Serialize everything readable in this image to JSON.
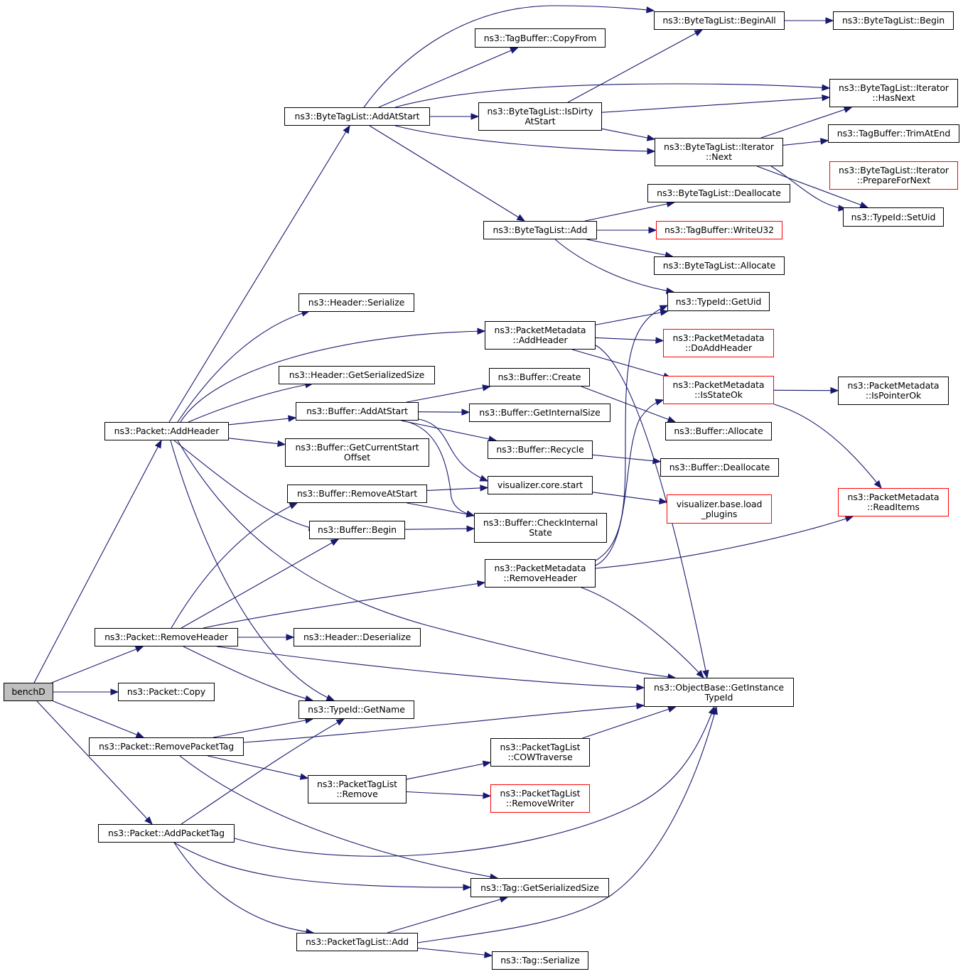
{
  "diagram": {
    "colors": {
      "edge": "#191970",
      "node_border": "#000000",
      "undocumented_border": "#ff0000",
      "root_fill": "#bfbfbf",
      "background": "#ffffff"
    },
    "nodes": [
      {
        "id": "benchD",
        "label": "benchD",
        "root": true
      },
      {
        "id": "pkt_addheader",
        "label": "ns3::Packet::AddHeader"
      },
      {
        "id": "pkt_removeheader",
        "label": "ns3::Packet::RemoveHeader"
      },
      {
        "id": "pkt_copy",
        "label": "ns3::Packet::Copy"
      },
      {
        "id": "pkt_removepackettag",
        "label": "ns3::Packet::RemovePacketTag"
      },
      {
        "id": "pkt_addpackettag",
        "label": "ns3::Packet::AddPacketTag"
      },
      {
        "id": "btl_addatstart",
        "label": "ns3::ByteTagList::AddAtStart"
      },
      {
        "id": "hdr_serialize",
        "label": "ns3::Header::Serialize"
      },
      {
        "id": "hdr_getserializedsize",
        "label": "ns3::Header::GetSerializedSize"
      },
      {
        "id": "buf_addatstart",
        "label": "ns3::Buffer::AddAtStart"
      },
      {
        "id": "buf_getcurrentstartoffset",
        "label": "ns3::Buffer::GetCurrentStart\nOffset"
      },
      {
        "id": "buf_removeatstart",
        "label": "ns3::Buffer::RemoveAtStart"
      },
      {
        "id": "buf_begin",
        "label": "ns3::Buffer::Begin"
      },
      {
        "id": "hdr_deserialize",
        "label": "ns3::Header::Deserialize"
      },
      {
        "id": "typeid_getname",
        "label": "ns3::TypeId::GetName"
      },
      {
        "id": "ptl_remove",
        "label": "ns3::PacketTagList\n::Remove"
      },
      {
        "id": "ptl_add",
        "label": "ns3::PacketTagList::Add"
      },
      {
        "id": "tagbuf_copyfrom",
        "label": "ns3::TagBuffer::CopyFrom"
      },
      {
        "id": "btl_isdirtyatstart",
        "label": "ns3::ByteTagList::IsDirty\nAtStart"
      },
      {
        "id": "btl_add",
        "label": "ns3::ByteTagList::Add"
      },
      {
        "id": "pm_addheader",
        "label": "ns3::PacketMetadata\n::AddHeader"
      },
      {
        "id": "buf_create",
        "label": "ns3::Buffer::Create"
      },
      {
        "id": "buf_getinternalsize",
        "label": "ns3::Buffer::GetInternalSize"
      },
      {
        "id": "buf_recycle",
        "label": "ns3::Buffer::Recycle"
      },
      {
        "id": "viz_core_start",
        "label": "visualizer.core.start"
      },
      {
        "id": "buf_checkinternalstate",
        "label": "ns3::Buffer::CheckInternal\nState"
      },
      {
        "id": "pm_removeheader",
        "label": "ns3::PacketMetadata\n::RemoveHeader"
      },
      {
        "id": "ptl_cowtraverse",
        "label": "ns3::PacketTagList\n::COWTraverse"
      },
      {
        "id": "ptl_removewriter",
        "label": "ns3::PacketTagList\n::RemoveWriter",
        "red": true
      },
      {
        "id": "tag_getserializedsize",
        "label": "ns3::Tag::GetSerializedSize"
      },
      {
        "id": "tag_serialize",
        "label": "ns3::Tag::Serialize"
      },
      {
        "id": "btl_beginall",
        "label": "ns3::ByteTagList::BeginAll"
      },
      {
        "id": "btl_it_next",
        "label": "ns3::ByteTagList::Iterator\n::Next"
      },
      {
        "id": "btl_deallocate",
        "label": "ns3::ByteTagList::Deallocate"
      },
      {
        "id": "tagbuf_writeu32",
        "label": "ns3::TagBuffer::WriteU32",
        "red": true
      },
      {
        "id": "btl_allocate",
        "label": "ns3::ByteTagList::Allocate"
      },
      {
        "id": "typeid_getuid",
        "label": "ns3::TypeId::GetUid"
      },
      {
        "id": "pm_doaddheader",
        "label": "ns3::PacketMetadata\n::DoAddHeader",
        "red": true
      },
      {
        "id": "pm_isstateok",
        "label": "ns3::PacketMetadata\n::IsStateOk",
        "red": true
      },
      {
        "id": "buf_allocate",
        "label": "ns3::Buffer::Allocate"
      },
      {
        "id": "buf_deallocate",
        "label": "ns3::Buffer::Deallocate"
      },
      {
        "id": "viz_base_loadplugins",
        "label": "visualizer.base.load\n_plugins",
        "red": true
      },
      {
        "id": "objbase_getinstancetypeid",
        "label": "ns3::ObjectBase::GetInstance\nTypeId"
      },
      {
        "id": "btl_begin",
        "label": "ns3::ByteTagList::Begin"
      },
      {
        "id": "btl_it_hasnext",
        "label": "ns3::ByteTagList::Iterator\n::HasNext"
      },
      {
        "id": "tagbuf_trimatend",
        "label": "ns3::TagBuffer::TrimAtEnd"
      },
      {
        "id": "btl_it_preparefornext",
        "label": "ns3::ByteTagList::Iterator\n::PrepareForNext",
        "red": true
      },
      {
        "id": "typeid_setuid",
        "label": "ns3::TypeId::SetUid"
      },
      {
        "id": "pm_ispointerok",
        "label": "ns3::PacketMetadata\n::IsPointerOk"
      },
      {
        "id": "pm_readitems",
        "label": "ns3::PacketMetadata\n::ReadItems",
        "red": true
      }
    ],
    "edges": [
      [
        "benchD",
        "pkt_addheader"
      ],
      [
        "benchD",
        "pkt_removeheader"
      ],
      [
        "benchD",
        "pkt_copy"
      ],
      [
        "benchD",
        "pkt_removepackettag"
      ],
      [
        "benchD",
        "pkt_addpackettag"
      ],
      [
        "pkt_addheader",
        "btl_addatstart"
      ],
      [
        "pkt_addheader",
        "hdr_serialize"
      ],
      [
        "pkt_addheader",
        "pm_addheader"
      ],
      [
        "pkt_addheader",
        "hdr_getserializedsize"
      ],
      [
        "pkt_addheader",
        "buf_addatstart"
      ],
      [
        "pkt_addheader",
        "buf_getcurrentstartoffset"
      ],
      [
        "pkt_addheader",
        "buf_begin"
      ],
      [
        "pkt_addheader",
        "typeid_getname"
      ],
      [
        "pkt_addheader",
        "objbase_getinstancetypeid"
      ],
      [
        "btl_addatstart",
        "btl_beginall"
      ],
      [
        "btl_addatstart",
        "tagbuf_copyfrom"
      ],
      [
        "btl_addatstart",
        "btl_it_hasnext"
      ],
      [
        "btl_addatstart",
        "btl_isdirtyatstart"
      ],
      [
        "btl_addatstart",
        "btl_it_next"
      ],
      [
        "btl_addatstart",
        "btl_add"
      ],
      [
        "btl_isdirtyatstart",
        "btl_beginall"
      ],
      [
        "btl_isdirtyatstart",
        "btl_it_hasnext"
      ],
      [
        "btl_isdirtyatstart",
        "btl_it_next"
      ],
      [
        "btl_beginall",
        "btl_begin"
      ],
      [
        "btl_it_next",
        "btl_it_hasnext"
      ],
      [
        "btl_it_next",
        "tagbuf_trimatend"
      ],
      [
        "btl_it_next",
        "btl_it_preparefornext"
      ],
      [
        "btl_it_next",
        "typeid_setuid"
      ],
      [
        "btl_add",
        "btl_deallocate"
      ],
      [
        "btl_add",
        "tagbuf_writeu32"
      ],
      [
        "btl_add",
        "btl_allocate"
      ],
      [
        "btl_add",
        "typeid_getuid"
      ],
      [
        "pm_addheader",
        "typeid_getuid"
      ],
      [
        "pm_addheader",
        "pm_doaddheader"
      ],
      [
        "pm_addheader",
        "pm_isstateok"
      ],
      [
        "pm_addheader",
        "objbase_getinstancetypeid"
      ],
      [
        "pm_isstateok",
        "pm_ispointerok"
      ],
      [
        "pm_isstateok",
        "pm_readitems"
      ],
      [
        "buf_addatstart",
        "buf_create"
      ],
      [
        "buf_addatstart",
        "buf_getinternalsize"
      ],
      [
        "buf_addatstart",
        "buf_recycle"
      ],
      [
        "buf_addatstart",
        "viz_core_start"
      ],
      [
        "buf_addatstart",
        "buf_checkinternalstate"
      ],
      [
        "buf_create",
        "buf_allocate"
      ],
      [
        "buf_recycle",
        "buf_deallocate"
      ],
      [
        "viz_core_start",
        "viz_base_loadplugins"
      ],
      [
        "buf_removeatstart",
        "viz_core_start"
      ],
      [
        "buf_removeatstart",
        "buf_checkinternalstate"
      ],
      [
        "buf_begin",
        "buf_checkinternalstate"
      ],
      [
        "pm_removeheader",
        "typeid_getuid"
      ],
      [
        "pm_removeheader",
        "pm_isstateok"
      ],
      [
        "pm_removeheader",
        "pm_readitems"
      ],
      [
        "pm_removeheader",
        "objbase_getinstancetypeid"
      ],
      [
        "pkt_removeheader",
        "buf_removeatstart"
      ],
      [
        "pkt_removeheader",
        "buf_begin"
      ],
      [
        "pkt_removeheader",
        "pm_removeheader"
      ],
      [
        "pkt_removeheader",
        "hdr_deserialize"
      ],
      [
        "pkt_removeheader",
        "objbase_getinstancetypeid"
      ],
      [
        "pkt_removeheader",
        "typeid_getname"
      ],
      [
        "pkt_removepackettag",
        "typeid_getname"
      ],
      [
        "pkt_removepackettag",
        "objbase_getinstancetypeid"
      ],
      [
        "pkt_removepackettag",
        "ptl_remove"
      ],
      [
        "pkt_removepackettag",
        "tag_getserializedsize"
      ],
      [
        "ptl_remove",
        "ptl_cowtraverse"
      ],
      [
        "ptl_remove",
        "ptl_removewriter"
      ],
      [
        "ptl_cowtraverse",
        "objbase_getinstancetypeid"
      ],
      [
        "pkt_addpackettag",
        "typeid_getname"
      ],
      [
        "pkt_addpackettag",
        "objbase_getinstancetypeid"
      ],
      [
        "pkt_addpackettag",
        "tag_getserializedsize"
      ],
      [
        "pkt_addpackettag",
        "ptl_add"
      ],
      [
        "ptl_add",
        "tag_getserializedsize"
      ],
      [
        "ptl_add",
        "objbase_getinstancetypeid"
      ],
      [
        "ptl_add",
        "tag_serialize"
      ]
    ]
  }
}
